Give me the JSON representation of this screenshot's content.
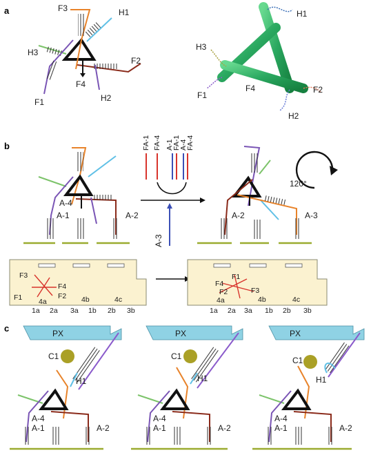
{
  "panels": {
    "a": {
      "label": "a",
      "arms": {
        "f3": "F3",
        "h1": "H1",
        "h3": "H3",
        "f2": "F2",
        "f4": "F4",
        "f1": "F1",
        "h2": "H2"
      },
      "model_arms": {
        "h1": "H1",
        "h3": "H3",
        "f4": "F4",
        "f2": "F2",
        "f1": "F1",
        "h2": "H2"
      }
    },
    "b": {
      "label": "b",
      "left_anchors": {
        "a4": "A-4",
        "a1": "A-1",
        "a2": "A-2"
      },
      "right_anchors": {
        "a2": "A-2",
        "a3": "A-3"
      },
      "fuel_strands": [
        "FA-1",
        "FA-4",
        "A-1",
        "FA-1",
        "A-4",
        "FA-4"
      ],
      "input_strand": "A-3",
      "rotation": "120°",
      "left_origami": {
        "arms": {
          "f3": "F3",
          "f4": "F4",
          "f2": "F2",
          "f1": "F1",
          "s4a": "4a"
        },
        "sites": [
          "1a",
          "2a",
          "3a",
          "4b",
          "1b",
          "4c",
          "2b",
          "3b"
        ]
      },
      "right_origami": {
        "arms": {
          "f1": "F1",
          "f4": "F4",
          "f2": "F2",
          "f3": "F3",
          "s4a": "4a"
        },
        "sites": [
          "1a",
          "2a",
          "3a",
          "4b",
          "1b",
          "4c",
          "2b",
          "3b"
        ]
      }
    },
    "c": {
      "label": "c",
      "frames": [
        {
          "px": "PX",
          "cargo": "C1",
          "helix": "H1",
          "a4": "A-4",
          "a1": "A-1",
          "a2": "A-2"
        },
        {
          "px": "PX",
          "cargo": "C1",
          "helix": "H1",
          "a4": "A-4",
          "a1": "A-1",
          "a2": "A-2"
        },
        {
          "px": "PX",
          "cargo": "C1",
          "helix": "H1",
          "a4": "A-4",
          "a1": "A-1",
          "a2": "A-2"
        }
      ]
    }
  },
  "colors": {
    "orange": "#e8832a",
    "cyan": "#5fc0e6",
    "green": "#7cc36a",
    "purple": "#7a55b5",
    "darkred": "#8a2a1a",
    "red": "#d8332b",
    "olive": "#9aab2f",
    "cargo": "#aaa026",
    "px": "#8fd2e4",
    "origami": "#fbf2d0",
    "model": "#2aa860"
  }
}
